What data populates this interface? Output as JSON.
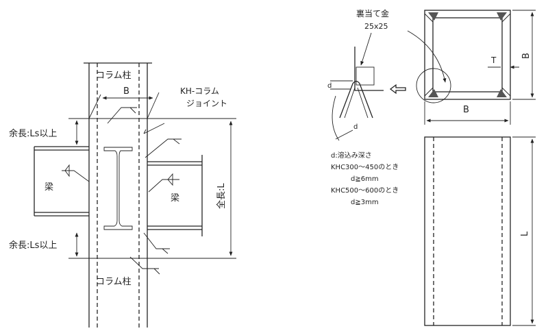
{
  "joint_view": {
    "column_top": "コラム柱",
    "column_bottom": "コラム柱",
    "width_dim": "B",
    "joint_label_1": "KH-コラム",
    "joint_label_2": "ジョイント",
    "extra_top": "余長:Ls以上",
    "extra_bottom": "余長:Ls以上",
    "beam_left": "梁",
    "beam_right": "梁",
    "total_length": "全長:L"
  },
  "detail": {
    "backing": "裏当て金",
    "backing_size": "25x25",
    "d_top": "d",
    "d_bottom": "d",
    "notes": [
      "d:溶込み深さ",
      "KHC300～450のとき",
      "d≧6mm",
      "KHC500～600のとき",
      "d≧3mm"
    ]
  },
  "section": {
    "t": "T",
    "b_side": "B",
    "b_bottom": "B"
  },
  "elevation": {
    "length": "L"
  }
}
